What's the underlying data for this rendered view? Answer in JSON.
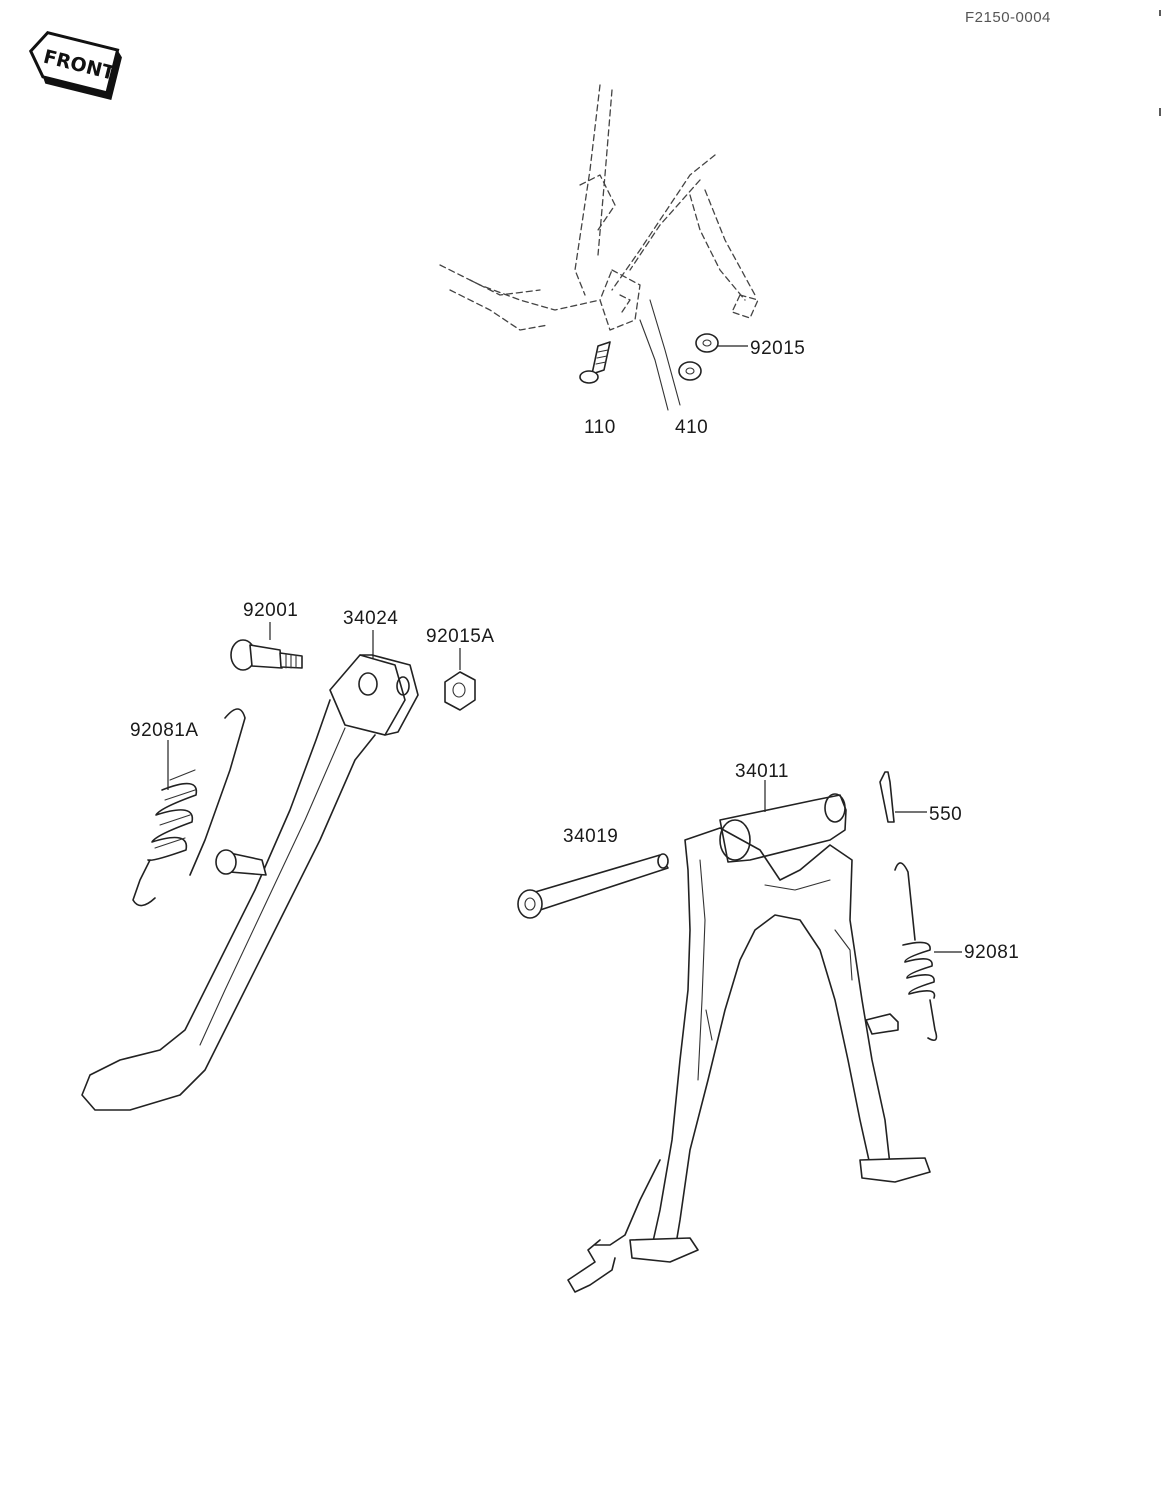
{
  "diagram_code": "F2150-0004",
  "front_badge": {
    "text": "FRONT",
    "icon": "front-arrow-icon"
  },
  "parts": {
    "p110": "110",
    "p410": "410",
    "p92015": "92015",
    "p92001": "92001",
    "p34024": "34024",
    "p92015A": "92015A",
    "p92081A": "92081A",
    "p34011": "34011",
    "p550": "550",
    "p34019": "34019",
    "p92081": "92081"
  }
}
